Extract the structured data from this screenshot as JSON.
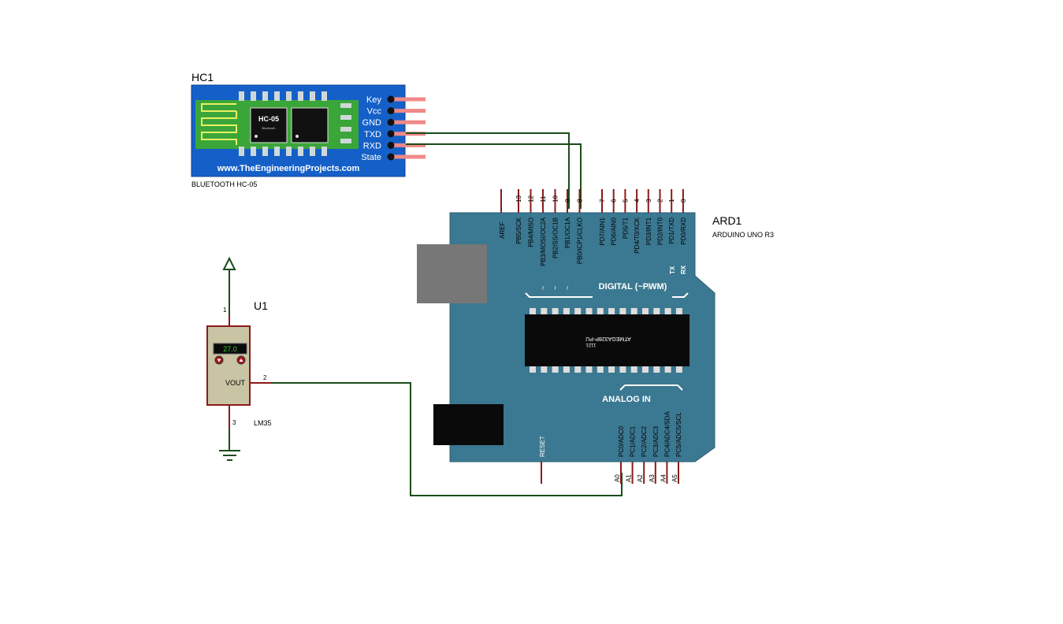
{
  "hc05": {
    "ref": "HC1",
    "part": "BLUETOOTH HC-05",
    "chip_label": "HC-05",
    "chip_sub": "Bluetooth",
    "website": "www.TheEngineeringProjects.com",
    "pins": [
      "Key",
      "Vcc",
      "GND",
      "TXD",
      "RXD",
      "State"
    ]
  },
  "arduino": {
    "ref": "ARD1",
    "part": "ARDUINO UNO R3",
    "chip_label": "ATMEGA328P-PU",
    "chip_sub": "1121",
    "digital_label": "DIGITAL (~PWM)",
    "analog_label": "ANALOG IN",
    "aref": "AREF",
    "reset": "RESET",
    "tx": "TX",
    "rx": "RX",
    "digital_pins_a": [
      {
        "num": "13",
        "name": "PB5/SCK",
        "tilde": ""
      },
      {
        "num": "12",
        "name": "PB4/MISO",
        "tilde": ""
      },
      {
        "num": "11",
        "name": "PB3/MOSI/OC2A",
        "tilde": "~"
      },
      {
        "num": "10",
        "name": "PB2/SS/OC1B",
        "tilde": "~"
      },
      {
        "num": "9",
        "name": "PB1/OC1A",
        "tilde": "~"
      },
      {
        "num": "8",
        "name": "PB0/ICP1/CLKO",
        "tilde": ""
      }
    ],
    "digital_pins_b": [
      {
        "num": "7",
        "name": "PD7/AIN1",
        "tilde": ""
      },
      {
        "num": "6",
        "name": "PD6/AIN0",
        "tilde": "~"
      },
      {
        "num": "5",
        "name": "PD5/T1",
        "tilde": "~"
      },
      {
        "num": "4",
        "name": "PD4/T0/XCK",
        "tilde": ""
      },
      {
        "num": "3",
        "name": "PD3/INT1",
        "tilde": "~"
      },
      {
        "num": "2",
        "name": "PD2/INT0",
        "tilde": ""
      },
      {
        "num": "1",
        "name": "PD1/TXD",
        "tilde": ""
      },
      {
        "num": "0",
        "name": "PD0/RXD",
        "tilde": ""
      }
    ],
    "analog_pins": [
      {
        "num": "A0",
        "name": "PC0/ADC0"
      },
      {
        "num": "A1",
        "name": "PC1/ADC1"
      },
      {
        "num": "A2",
        "name": "PC2/ADC2"
      },
      {
        "num": "A3",
        "name": "PC3/ADC3"
      },
      {
        "num": "A4",
        "name": "PC4/ADC4/SDA"
      },
      {
        "num": "A5",
        "name": "PC5/ADC5/SCL"
      }
    ]
  },
  "lm35": {
    "ref": "U1",
    "part": "LM35",
    "display": "27.0",
    "vout": "VOUT",
    "pin1": "1",
    "pin2": "2",
    "pin3": "3"
  },
  "colors": {
    "wire": "#1a4d1a",
    "pin": "#8b1a1a",
    "arduino_board": "#3b7891",
    "hc05_board": "#1560c8",
    "hc05_pcb": "#3aa63a",
    "hc05_pin": "#f08888",
    "lm35_body": "#c8c4a4"
  }
}
